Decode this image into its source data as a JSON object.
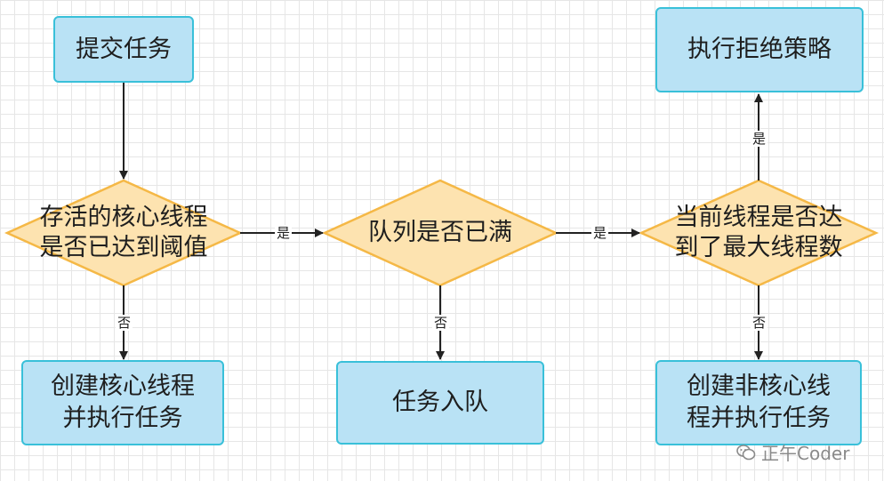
{
  "nodes": {
    "submit": "提交任务",
    "check_core": "存活的核心线程\n是否已达到阈值",
    "create_core": "创建核心线程\n并执行任务",
    "queue_full": "队列是否已满",
    "enqueue": "任务入队",
    "check_max": "当前线程是否达\n到了最大线程数",
    "reject": "执行拒绝策略",
    "create_noncore": "创建非核心线\n程并执行任务"
  },
  "edges": {
    "yes": "是",
    "no": "否"
  },
  "watermark": "正午Coder",
  "colors": {
    "box_fill": "#b9e2f5",
    "box_border": "#39c0d9",
    "diamond_fill": "#fde3b0",
    "diamond_border": "#f5b846",
    "arrow": "#222222"
  }
}
